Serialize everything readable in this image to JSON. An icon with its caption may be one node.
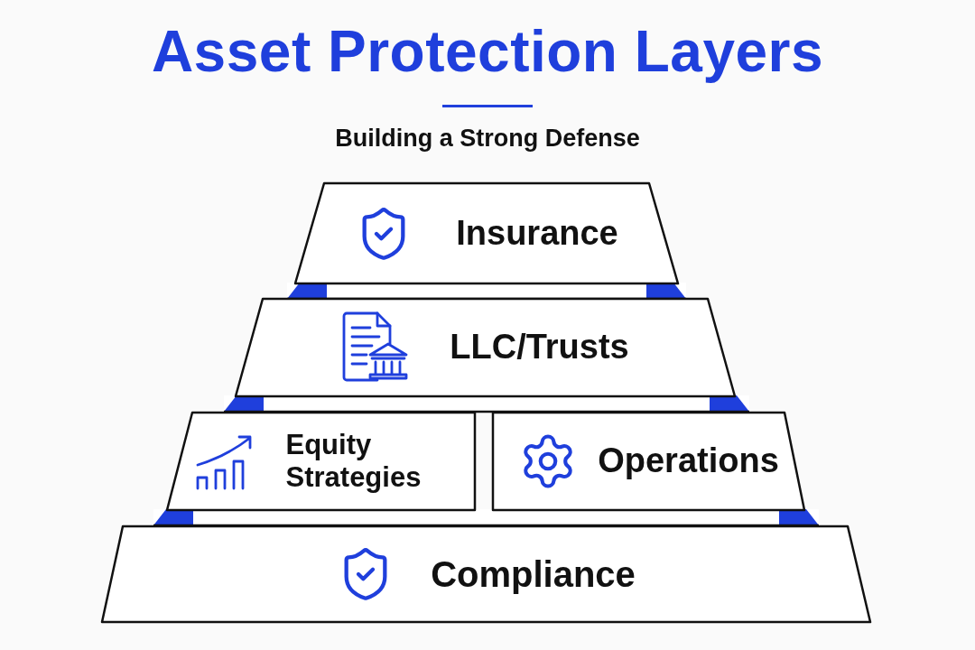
{
  "diagram": {
    "title": "Asset Protection Layers",
    "nodes": [
      {
        "text": [
          "Insurance"
        ]
      },
      {
        "text": [
          "LLC/Trusts"
        ]
      },
      {
        "text": [
          "Equity Strategies"
        ]
      },
      {
        "text": [
          "Operations"
        ]
      },
      {
        "text": [
          "Compliance"
        ]
      }
    ],
    "labels": [
      "Building a Strong Defense"
    ]
  }
}
